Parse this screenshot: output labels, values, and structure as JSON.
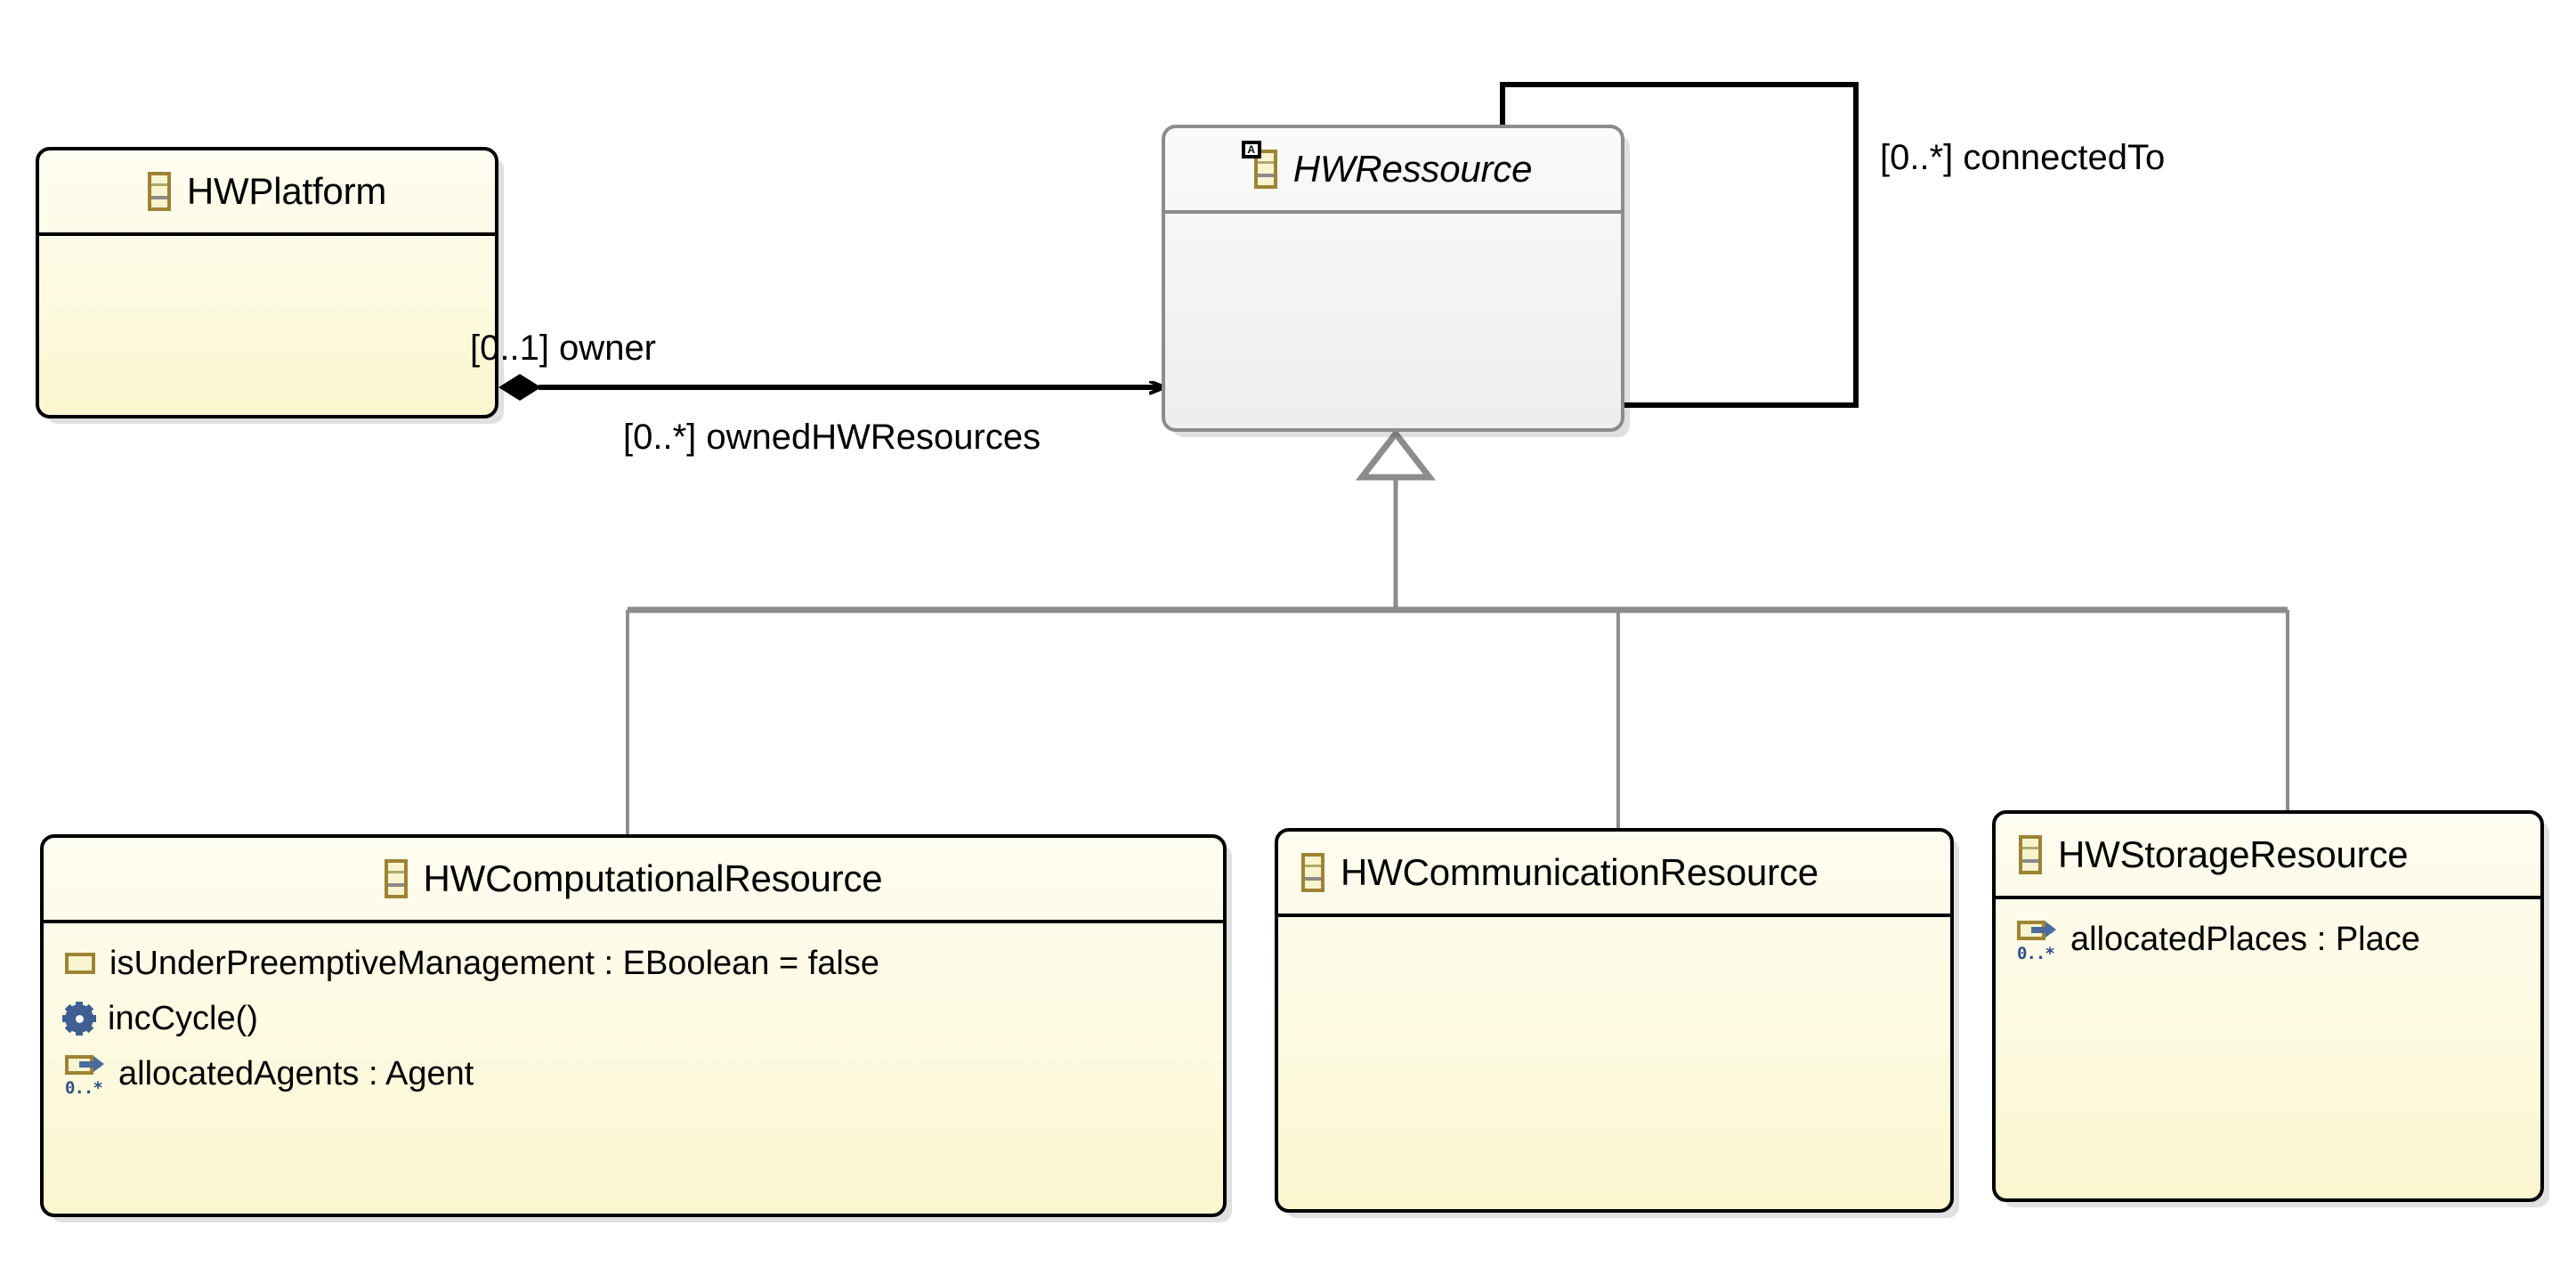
{
  "diagram": {
    "type": "uml-class-diagram",
    "title": "HWPlatform / HWRessource hierarchy",
    "background": "#ffffff",
    "class_fill": "#fdfbe4",
    "class_border": "#000000",
    "selected_border": "#8c8c8c",
    "inheritance_line_color": "#8c8c8c",
    "association_line_color": "#000000"
  },
  "classes": [
    {
      "id": "hwplatform",
      "name": "HWPlatform",
      "abstract": false,
      "selected": false,
      "icon": "class-icon",
      "features": []
    },
    {
      "id": "hwressource",
      "name": "HWRessource",
      "abstract": true,
      "selected": true,
      "icon": "abstract-class-icon",
      "features": []
    },
    {
      "id": "hwcomputationalresource",
      "name": "HWComputationalResource",
      "abstract": false,
      "selected": false,
      "icon": "class-icon",
      "features": [
        {
          "icon": "attribute-icon",
          "label": "isUnderPreemptiveManagement : EBoolean = false"
        },
        {
          "icon": "operation-icon",
          "label": "incCycle()"
        },
        {
          "icon": "reference-icon",
          "multiplicity": "0..*",
          "label": "allocatedAgents : Agent"
        }
      ]
    },
    {
      "id": "hwcommunicationresource",
      "name": "HWCommunicationResource",
      "abstract": false,
      "selected": false,
      "icon": "class-icon",
      "features": []
    },
    {
      "id": "hwstorageresource",
      "name": "HWStorageResource",
      "abstract": false,
      "selected": false,
      "icon": "class-icon",
      "features": [
        {
          "icon": "reference-icon",
          "multiplicity": "0..*",
          "label": "allocatedPlaces : Place"
        }
      ]
    }
  ],
  "associations": [
    {
      "id": "owner-assoc",
      "from": "hwplatform",
      "to": "hwressource",
      "kind": "composition",
      "source_label": "[0..1] owner",
      "target_label": "[0..*] ownedHWResources"
    },
    {
      "id": "connectedto-assoc",
      "from": "hwressource",
      "to": "hwressource",
      "kind": "self-association",
      "label": "[0..*] connectedTo"
    }
  ],
  "generalizations": [
    {
      "child": "hwcomputationalresource",
      "parent": "hwressource"
    },
    {
      "child": "hwcommunicationresource",
      "parent": "hwressource"
    },
    {
      "child": "hwstorageresource",
      "parent": "hwressource"
    }
  ]
}
